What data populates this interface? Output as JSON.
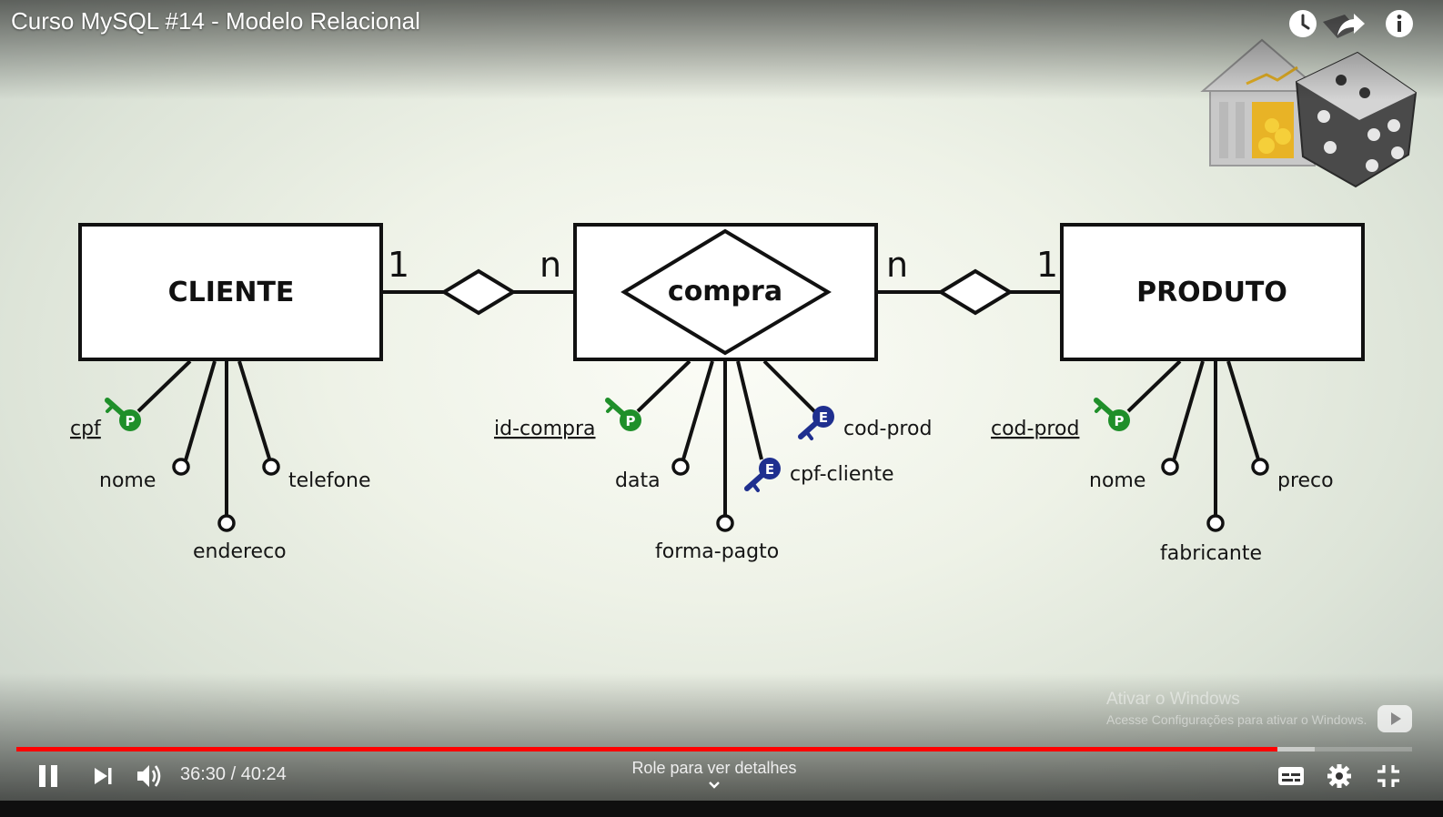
{
  "video": {
    "title": "Curso MySQL #14 - Modelo Relacional",
    "time_current": "36:30",
    "time_separator": "/",
    "time_total": "40:24",
    "progress_played": 0.9033,
    "progress_buffered": 0.93,
    "scroll_hint": "Role para ver detalhes"
  },
  "top_icons": [
    "watch-later-icon",
    "share-icon",
    "info-icon"
  ],
  "controls": [
    "pause-icon",
    "next-icon",
    "volume-icon",
    "subtitles-icon",
    "settings-icon",
    "exit-fullscreen-icon"
  ],
  "watermark": {
    "line1": "Ativar o Windows",
    "line2": "Acesse Configurações para ativar o Windows."
  },
  "diagram": {
    "entities": {
      "cliente": "CLIENTE",
      "compra": "compra",
      "produto": "PRODUTO"
    },
    "cardinalities": {
      "cliente_side": "1",
      "compra_left": "n",
      "compra_right": "n",
      "produto_side": "1"
    },
    "attributes": {
      "cliente": {
        "pk": "cpf",
        "a1": "nome",
        "a2": "endereco",
        "a3": "telefone"
      },
      "compra": {
        "pk": "id-compra",
        "a1": "data",
        "a2": "forma-pagto",
        "fk1": "cpf-cliente",
        "fk2": "cod-prod"
      },
      "produto": {
        "pk": "cod-prod",
        "a1": "nome",
        "a2": "fabricante",
        "a3": "preco"
      }
    },
    "key_badges": {
      "primary": "P",
      "foreign": "E"
    }
  },
  "colors": {
    "progress_red": "#ff0000",
    "primary_key_green": "#1f8f2a",
    "foreign_key_navy": "#1f2f8f"
  }
}
